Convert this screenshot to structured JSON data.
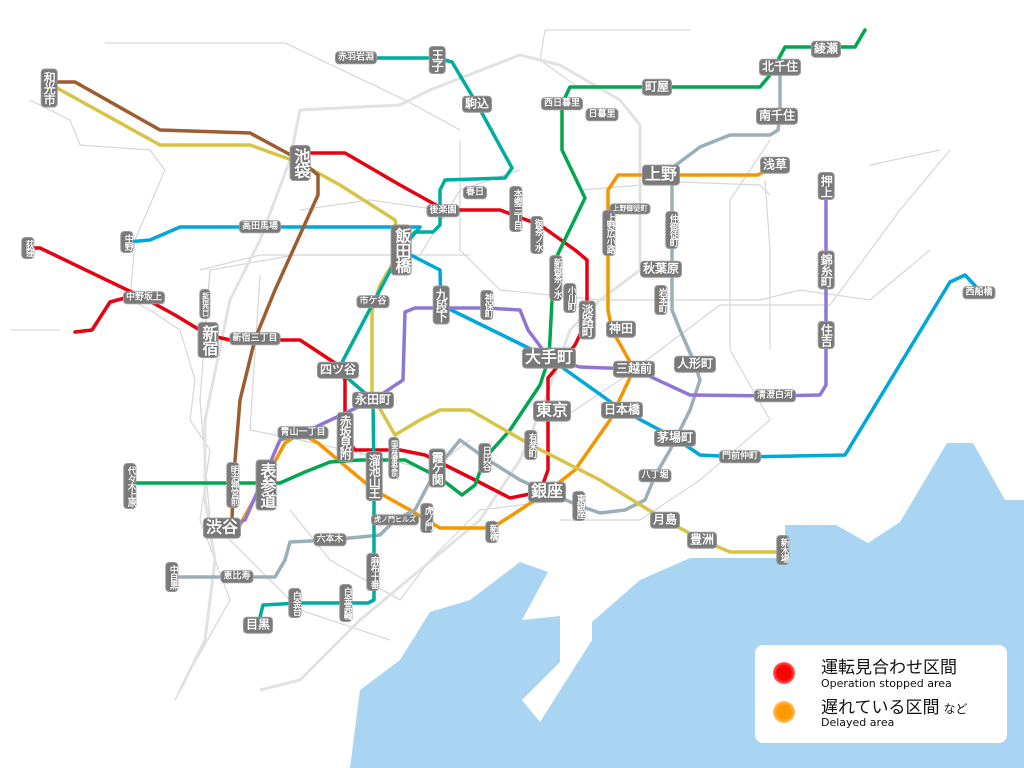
{
  "line_colors": [
    "#f39700",
    "#e60012",
    "#9caeb7",
    "#00a7db",
    "#00a650",
    "#d7c447",
    "#9c5e31",
    "#8f76d6",
    "#00ac9b"
  ],
  "colors": {
    "sea": "#a9d4f2",
    "background_lines": "#d6d6d6",
    "station_label_bg": "#7a7a7a"
  },
  "stations": [
    {
      "name": "赤羽岩淵"
    },
    {
      "name": "王子"
    },
    {
      "name": "駒込"
    },
    {
      "name": "和光市"
    },
    {
      "name": "池袋"
    },
    {
      "name": "春日"
    },
    {
      "name": "後楽園"
    },
    {
      "name": "本郷三丁目"
    },
    {
      "name": "御茶ノ水"
    },
    {
      "name": "西日暮里"
    },
    {
      "name": "日暮里"
    },
    {
      "name": "町屋"
    },
    {
      "name": "北千住"
    },
    {
      "name": "綾瀬"
    },
    {
      "name": "南千住"
    },
    {
      "name": "浅草"
    },
    {
      "name": "上野"
    },
    {
      "name": "上野御徒町"
    },
    {
      "name": "上野広小路"
    },
    {
      "name": "仲御徒町"
    },
    {
      "name": "秋葉原"
    },
    {
      "name": "岩本町"
    },
    {
      "name": "押上"
    },
    {
      "name": "錦糸町"
    },
    {
      "name": "住吉"
    },
    {
      "name": "西船橋"
    },
    {
      "name": "新御茶ノ水"
    },
    {
      "name": "小川町"
    },
    {
      "name": "淡路町"
    },
    {
      "name": "神田"
    },
    {
      "name": "大手町"
    },
    {
      "name": "三越前"
    },
    {
      "name": "人形町"
    },
    {
      "name": "清澄白河"
    },
    {
      "name": "日本橋"
    },
    {
      "name": "茅場町"
    },
    {
      "name": "門前仲町"
    },
    {
      "name": "八丁堀"
    },
    {
      "name": "月島"
    },
    {
      "name": "豊洲"
    },
    {
      "name": "新木場"
    },
    {
      "name": "東京"
    },
    {
      "name": "有楽町"
    },
    {
      "name": "日比谷"
    },
    {
      "name": "銀座"
    },
    {
      "name": "東銀座"
    },
    {
      "name": "新橋"
    },
    {
      "name": "虎ノ門"
    },
    {
      "name": "虎ノ門ヒルズ"
    },
    {
      "name": "霞ケ関"
    },
    {
      "name": "国会議事堂前"
    },
    {
      "name": "溜池山王"
    },
    {
      "name": "赤坂見附"
    },
    {
      "name": "永田町"
    },
    {
      "name": "四ツ谷"
    },
    {
      "name": "市ケ谷"
    },
    {
      "name": "飯田橋"
    },
    {
      "name": "九段下"
    },
    {
      "name": "神保町"
    },
    {
      "name": "高田馬場"
    },
    {
      "name": "中野"
    },
    {
      "name": "荻窪"
    },
    {
      "name": "中野坂上"
    },
    {
      "name": "新宿西口"
    },
    {
      "name": "新宿"
    },
    {
      "name": "新宿三丁目"
    },
    {
      "name": "青山一丁目"
    },
    {
      "name": "表参道"
    },
    {
      "name": "明治神宮前"
    },
    {
      "name": "代々木上原"
    },
    {
      "name": "渋谷"
    },
    {
      "name": "六本木"
    },
    {
      "name": "中目黒"
    },
    {
      "name": "恵比寿"
    },
    {
      "name": "麻布十番"
    },
    {
      "name": "白金台"
    },
    {
      "name": "白金高輪"
    },
    {
      "name": "目黒"
    }
  ],
  "legend": {
    "stopped": {
      "jp": "運転見合わせ区間",
      "en": "Operation stopped area",
      "color": "#ff0000"
    },
    "delayed": {
      "jp": "遅れている区間",
      "jp_suffix": "など",
      "en": "Delayed area",
      "color": "#ff9900"
    }
  }
}
